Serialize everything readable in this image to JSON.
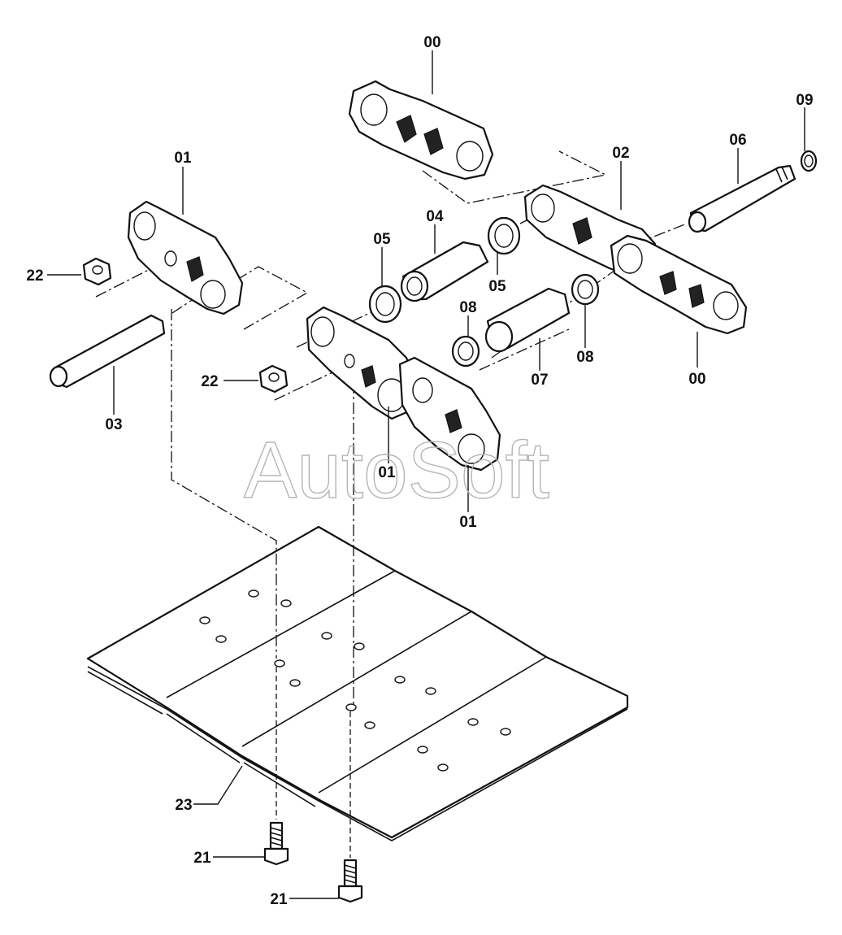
{
  "watermark": "AutoSoft",
  "callouts": {
    "c00_top": "00",
    "c00_right": "00",
    "c01_left": "01",
    "c01_mid": "01",
    "c01_bottom": "01",
    "c02": "02",
    "c03": "03",
    "c04": "04",
    "c05_left": "05",
    "c05_right": "05",
    "c06": "06",
    "c07": "07",
    "c08_left": "08",
    "c08_right": "08",
    "c09": "09",
    "c21_left": "21",
    "c21_right": "21",
    "c22_upper": "22",
    "c22_lower": "22",
    "c23": "23"
  }
}
